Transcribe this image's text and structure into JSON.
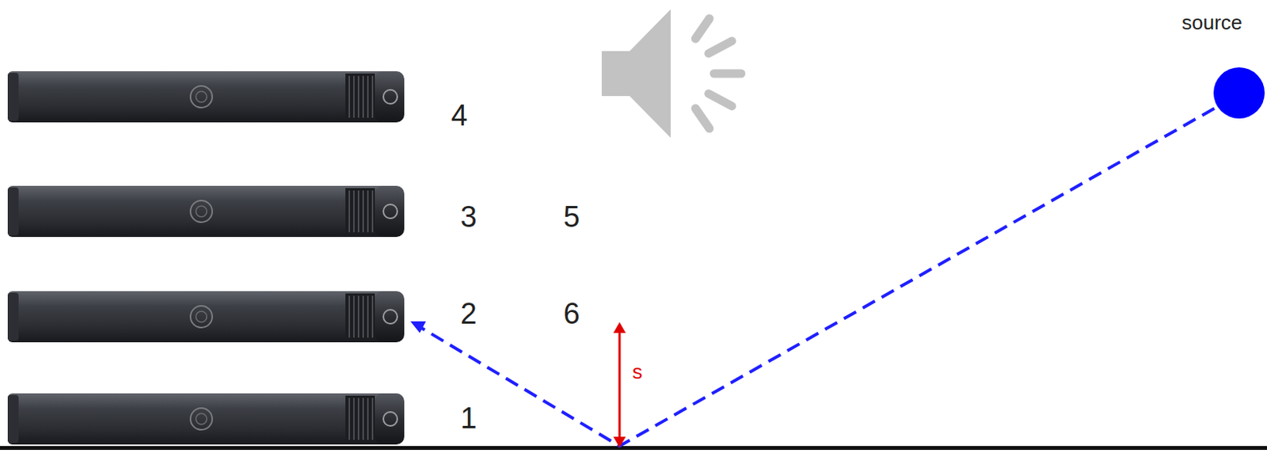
{
  "diagram": {
    "nodes": [
      {
        "text": [
          "source"
        ]
      }
    ],
    "labels": [
      "4",
      "3",
      "5",
      "2",
      "6",
      "s",
      "1"
    ]
  }
}
